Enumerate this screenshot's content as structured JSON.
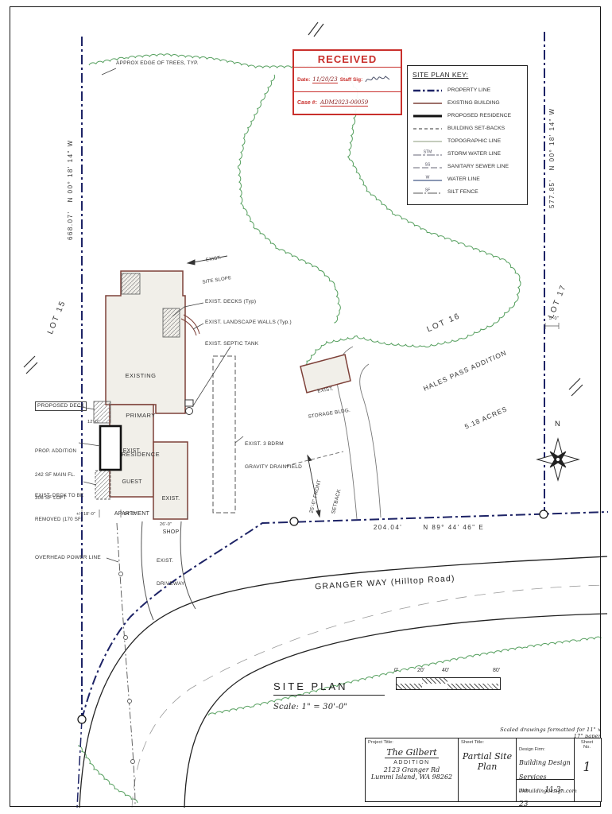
{
  "stamp": {
    "title": "RECEIVED",
    "date_label": "Date:",
    "date_value": "11/20/23",
    "sig_label": "Staff Sig:",
    "case_label": "Case #:",
    "case_value": "ADM2023-00059"
  },
  "legend": {
    "title": "SITE PLAN KEY:",
    "items": [
      {
        "label": "PROPERTY LINE"
      },
      {
        "label": "EXISTING BUILDING"
      },
      {
        "label": "PROPOSED RESIDENCE"
      },
      {
        "label": "BUILDING SET-BACKS"
      },
      {
        "label": "TOPOGRAPHIC LINE"
      },
      {
        "label": "STORM WATER LINE",
        "tag": "STM"
      },
      {
        "label": "SANITARY SEWER LINE",
        "tag": "SS"
      },
      {
        "label": "WATER LINE",
        "tag": "W"
      },
      {
        "label": "SILT FENCE",
        "tag": "SF"
      }
    ]
  },
  "lots": {
    "lot15": "LOT 15",
    "lot16_line1": "LOT 16",
    "lot16_line2": "HALES PASS ADDITION",
    "lot16_line3": "5.18 ACRES",
    "lot17": "LOT 17"
  },
  "dimensions": {
    "west": "668.07'   N 00° 18' 14\" W",
    "east": "577.85'   N 00° 18' 14\" W",
    "south": "204.04'       N 89° 44' 46\" E",
    "setback_line1": "25'-0\" FRONT",
    "setback_line2": "SETBACK",
    "dim_18": "+/- 18'-0\"",
    "dim_24": "24'-0\"",
    "dim_26": "26'-0\"",
    "dim_12": "12'-0\"",
    "dim_5": "5'-0\""
  },
  "labels": {
    "trees": "APPROX EDGE OF TREES, TYP.",
    "slope_line1": "EXIST.",
    "slope_line2": "SITE SLOPE",
    "decks": "EXIST. DECKS (Typ)",
    "walls": "EXIST. LANDSCAPE WALLS (Typ.)",
    "septic": "EXIST. SEPTIC TANK",
    "residence_line1": "EXISTING",
    "residence_line2": "PRIMARY",
    "residence_line3": "RESIDENCE",
    "guest_line1": "EXIST.",
    "guest_line2": "GUEST",
    "guest_line3": "APARTMENT",
    "shop_line1": "EXIST.",
    "shop_line2": "SHOP",
    "storage_line1": "EXIST.",
    "storage_line2": "STORAGE BLDG.",
    "drainfield_line1": "EXIST. 3 BDRM",
    "drainfield_line2": "GRAVITY DRAINFIELD",
    "proposed_deck": "PROPOSED DECK",
    "prop_addition_line1": "PROP. ADDITION",
    "prop_addition_line2": "242 SF MAIN FL.",
    "prop_addition_line3": "306 SF LOFT",
    "deck_removed_line1": "EXIST. DECK TO BE",
    "deck_removed_line2": "REMOVED (170 SF)",
    "power": "OVERHEAD POWER LINE",
    "driveway_line1": "EXIST.",
    "driveway_line2": "DRIVEWAY",
    "road": "GRANGER WAY (Hilltop Road)",
    "north": "N"
  },
  "siteplan": {
    "title": "SITE PLAN",
    "scale": "Scale: 1\" = 30'-0\""
  },
  "scalebar": {
    "ticks": [
      "0'",
      "20'",
      "40'",
      "80'"
    ]
  },
  "note": "Scaled drawings formatted for 11\" x 17\" paper",
  "titleblock": {
    "project_label": "Project Title:",
    "project_name": "The Gilbert",
    "project_line2": "ADDITION",
    "project_line3": "2123 Granger Rd",
    "project_line4": "Lummi Island, WA 98262",
    "sheet_title_label": "Sheet Title:",
    "sheet_title_line1": "Partial Site",
    "sheet_title_line2": "Plan",
    "firm_label": "Design Firm:",
    "firm_name": "Building Design Services",
    "firm_site": "dkbuildingdesign.com",
    "date_label": "Date:",
    "date_value": "11-3-23",
    "sheet_no_label": "Sheet No.",
    "sheet_no_value": "1"
  }
}
